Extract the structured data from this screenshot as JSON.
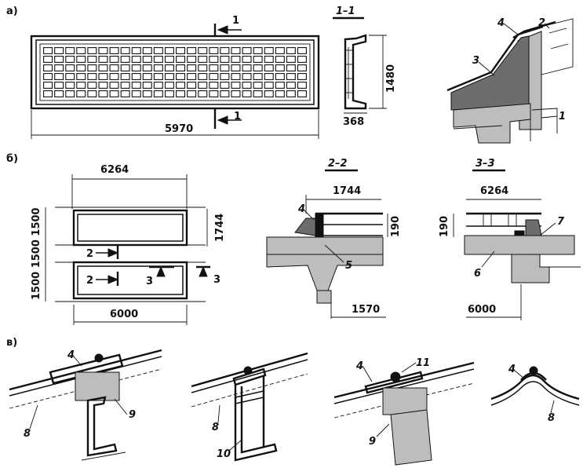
{
  "parts": {
    "a": "а)",
    "b": "б)",
    "v": "в)"
  },
  "sections": {
    "s1": "1–1",
    "s2": "2–2",
    "s3": "3–3"
  },
  "cut_marks": {
    "one": "1",
    "two": "2",
    "three": "3"
  },
  "dimensions": {
    "a_length": "5970",
    "a_height": "1480",
    "a_section_width": "368",
    "b_top": "6264",
    "b_bottom": "6000",
    "b_left_stack": "1500 1500 1500",
    "b_height": "1744",
    "s2_top": "1744",
    "s2_height": "190",
    "s2_bottom": "1570",
    "s3_top": "6264",
    "s3_height": "190",
    "s3_bottom": "6000"
  },
  "callouts": {
    "c1": "1",
    "c2": "2",
    "c3": "3",
    "c4": "4",
    "c5": "5",
    "c6": "6",
    "c7": "7",
    "c8": "8",
    "c9": "9",
    "c10": "10",
    "c11": "11"
  },
  "colors": {
    "ink": "#111111",
    "hatch": "#bdbdbd",
    "dark_fill": "#6d6d6d",
    "paper": "#ffffff"
  }
}
